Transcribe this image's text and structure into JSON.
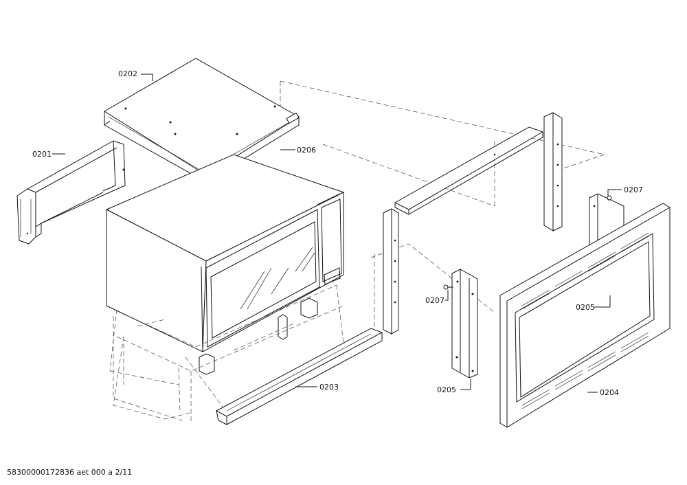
{
  "labels": {
    "p0201": "0201",
    "p0202": "0202",
    "p0203": "0203",
    "p0204": "0204",
    "p0205a": "0205",
    "p0205b": "0205",
    "p0206": "0206",
    "p0207a": "0207",
    "p0207b": "0207"
  },
  "footer": "58300000172836 aet 000 a 2/11"
}
